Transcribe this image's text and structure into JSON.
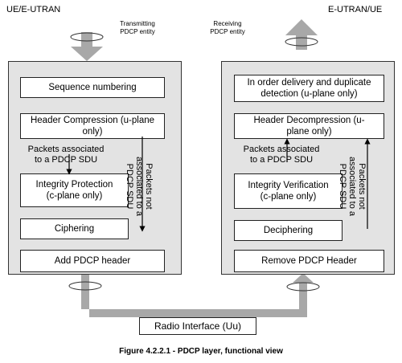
{
  "header": {
    "left_title": "UE/E-UTRAN",
    "right_title": "E-UTRAN/UE",
    "tx_entity": [
      "Transmitting",
      "PDCP entity"
    ],
    "rx_entity": [
      "Receiving",
      "PDCP entity"
    ]
  },
  "tx": {
    "seq": "Sequence numbering",
    "hc": [
      "Header Compression (u-plane",
      "only)"
    ],
    "pkts": [
      "Packets associated",
      "to a PDCP SDU"
    ],
    "ip": [
      "Integrity Protection",
      "(c-plane only)"
    ],
    "ciph": "Ciphering",
    "add": "Add PDCP header",
    "not_assoc": [
      "Packets not",
      "associated to a",
      "PDCP SDU"
    ]
  },
  "rx": {
    "order": [
      "In order delivery and duplicate",
      "detection (u-plane only)"
    ],
    "hd": [
      "Header Decompression (u-",
      "plane only)"
    ],
    "pkts": [
      "Packets associated",
      "to a PDCP SDU"
    ],
    "iv": [
      "Integrity Verification",
      "(c-plane only)"
    ],
    "deciph": "Deciphering",
    "remove": "Remove PDCP Header",
    "not_assoc": [
      "Packets not",
      "associated to a",
      "PDCP SDU"
    ]
  },
  "radio": "Radio Interface (Uu)",
  "caption": "Figure 4.2.2.1 - PDCP layer, functional view",
  "colors": {
    "panel": "#e3e3e3",
    "arrow": "#a8a8a8"
  }
}
